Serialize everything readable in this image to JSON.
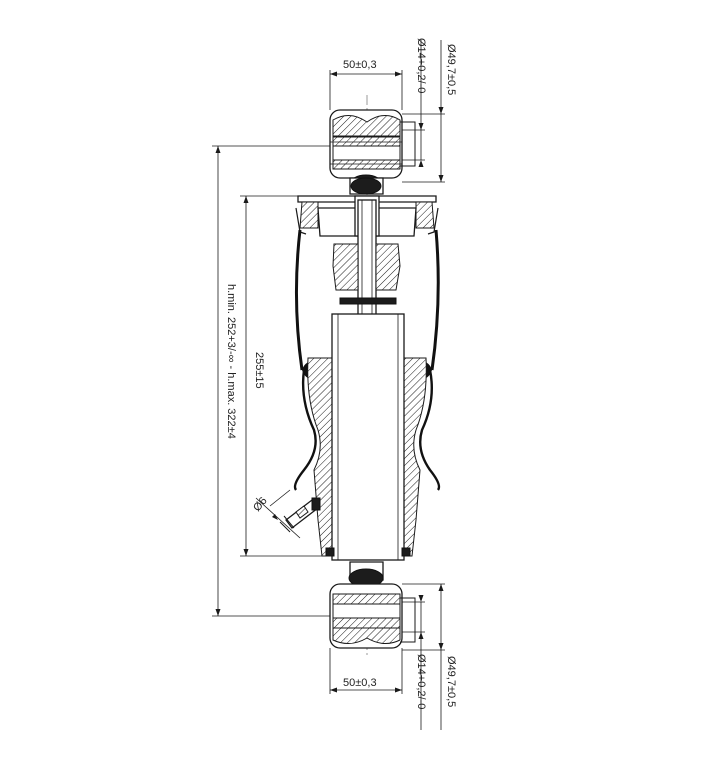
{
  "dimensions": {
    "top_eye_width": "50±0,3",
    "top_eye_bore": "Ø14+0,2/-0",
    "top_eye_diameter": "Ø49,7±0,5",
    "bottom_eye_width": "50±0,3",
    "bottom_eye_bore": "Ø14+0,2/-0",
    "bottom_eye_diameter": "Ø49,7±0,5",
    "bellows_length": "255±15",
    "overall_height": "h.min. 252+3/-∞ - h.max. 322±4",
    "port_diameter": "Ø6"
  }
}
